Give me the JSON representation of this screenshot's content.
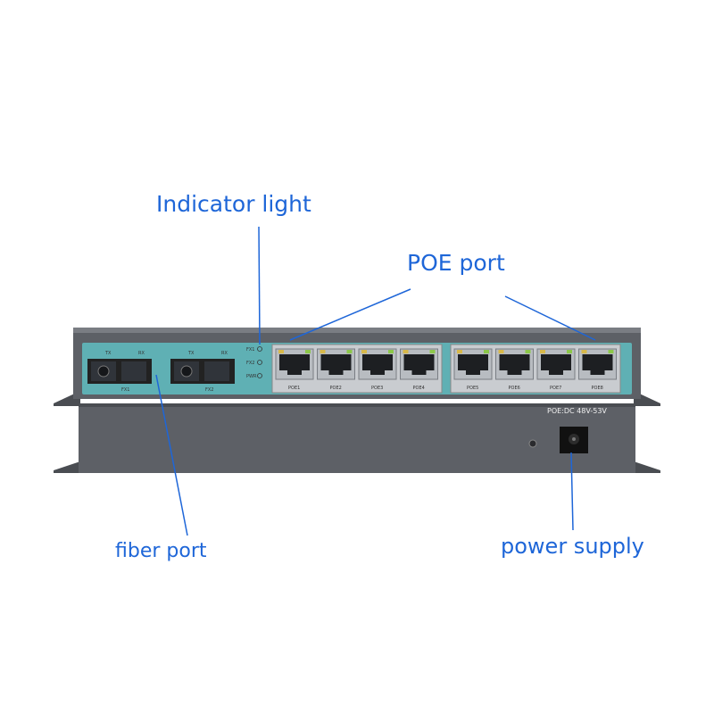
{
  "callouts": {
    "indicator_light": "Indicator light",
    "poe_port": "POE port",
    "fiber_port": "fiber port",
    "power_supply": "power supply"
  },
  "device": {
    "power_label": "POE:DC 48V-53V",
    "leds": [
      "FX1",
      "FX2",
      "PWR"
    ],
    "fiber_ports": [
      {
        "label": "FX1",
        "tx": "TX",
        "rx": "RX"
      },
      {
        "label": "FX2",
        "tx": "TX",
        "rx": "RX"
      }
    ],
    "poe_ports": [
      "POE1",
      "POE2",
      "POE3",
      "POE4",
      "POE5",
      "POE6",
      "POE7",
      "POE8"
    ]
  },
  "colors": {
    "callout_text": "#1e66d8",
    "leader_line": "#1e66d8",
    "front_panel": "#5fb0b4",
    "chassis": "#5d6066"
  }
}
